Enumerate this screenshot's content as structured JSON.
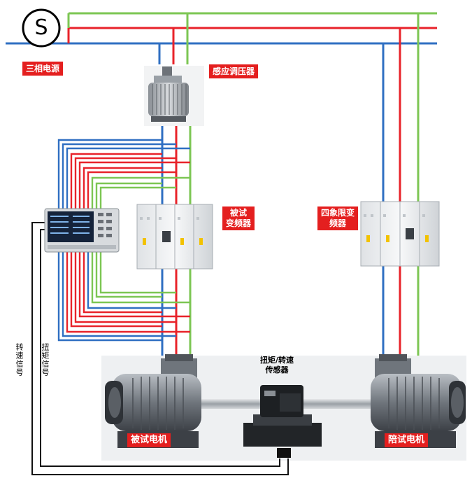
{
  "labels": {
    "power_source": "三相电源",
    "regulator": "感应调压器",
    "vfd_test_line1": "被试",
    "vfd_test_line2": "变频器",
    "vfd_4q_line1": "四象限变",
    "vfd_4q_line2": "频器",
    "sensor_line1": "扭矩/转速",
    "sensor_line2": "传感器",
    "motor_test": "被试电机",
    "motor_load": "陪试电机",
    "signal_torque": "扭矩信号",
    "signal_speed": "转速信号",
    "source_symbol": "S"
  },
  "colors": {
    "phase_green": "#7cc653",
    "phase_red": "#e8232a",
    "phase_blue": "#2f6fc2",
    "label_bg": "#e41f1f",
    "signal_black": "#111111"
  }
}
